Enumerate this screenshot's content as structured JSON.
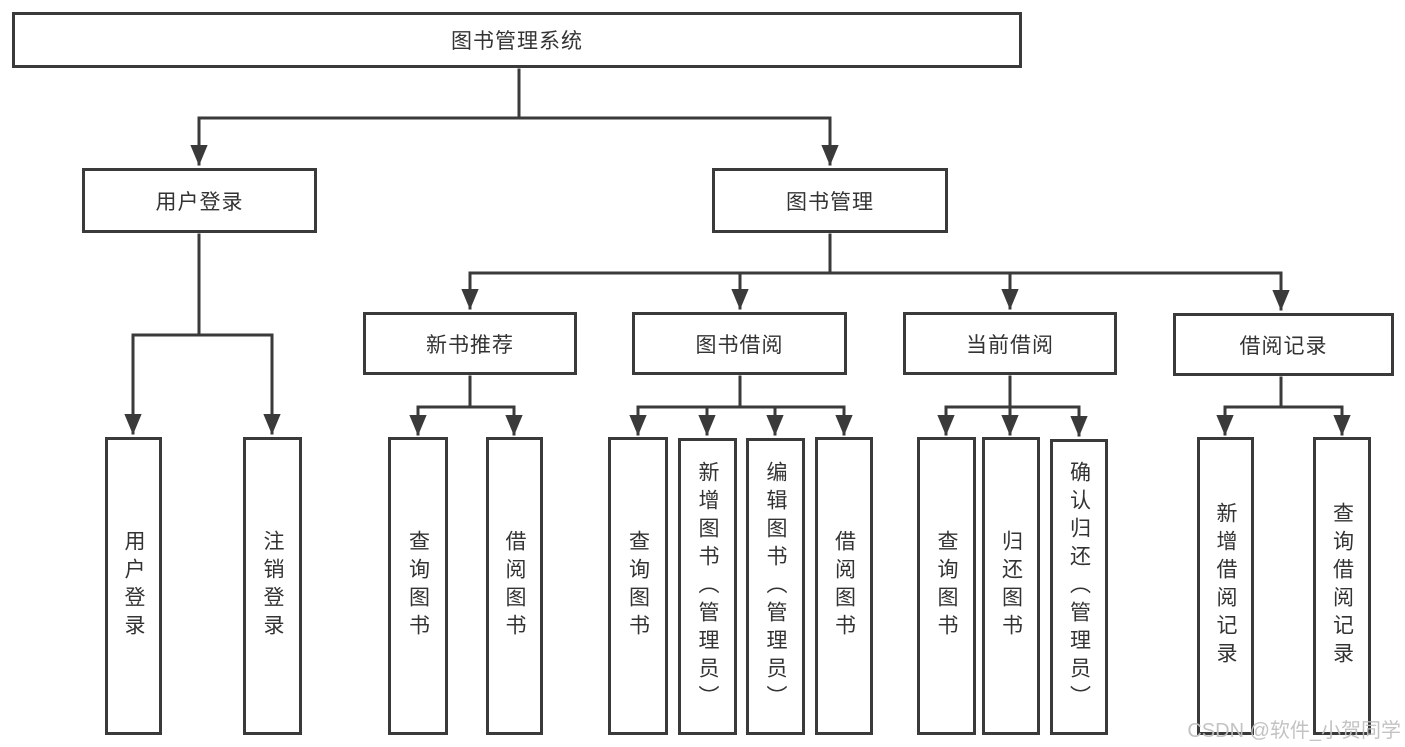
{
  "title": {
    "label": "图书管理系统"
  },
  "branches": [
    {
      "label": "用户登录",
      "leaves": [
        {
          "label": "用户登录"
        },
        {
          "label": "注销登录"
        }
      ]
    },
    {
      "label": "图书管理",
      "sections": [
        {
          "label": "新书推荐",
          "leaves": [
            {
              "label": "查询图书"
            },
            {
              "label": "借阅图书"
            }
          ]
        },
        {
          "label": "图书借阅",
          "leaves": [
            {
              "label": "查询图书"
            },
            {
              "label": "新增图书（管理员）"
            },
            {
              "label": "编辑图书（管理员）"
            },
            {
              "label": "借阅图书"
            }
          ]
        },
        {
          "label": "当前借阅",
          "leaves": [
            {
              "label": "查询图书"
            },
            {
              "label": "归还图书"
            },
            {
              "label": "确认归还（管理员）"
            }
          ]
        },
        {
          "label": "借阅记录",
          "leaves": [
            {
              "label": "新增借阅记录"
            },
            {
              "label": "查询借阅记录"
            }
          ]
        }
      ]
    }
  ],
  "watermark": {
    "text": "CSDN @软件_小贺同学"
  },
  "colors": {
    "line": "#3a3a3a",
    "text": "#333333",
    "watermark": "#c0c0c0",
    "background": "#ffffff"
  }
}
